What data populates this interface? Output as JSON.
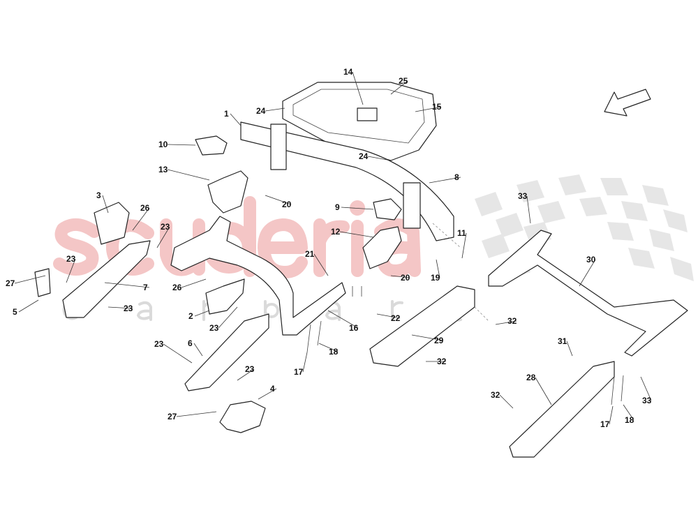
{
  "diagram": {
    "watermark": {
      "brand": "scuderia",
      "sub": "car parts",
      "color": "#f4c6c6"
    },
    "direction_arrow": "arrow-down-left-icon",
    "callouts": [
      "1",
      "10",
      "13",
      "3",
      "26",
      "23",
      "23",
      "7",
      "27",
      "5",
      "23",
      "26",
      "2",
      "23",
      "6",
      "23",
      "23",
      "4",
      "27",
      "14",
      "25",
      "15",
      "24",
      "24",
      "8",
      "20",
      "9",
      "12",
      "21",
      "20",
      "19",
      "11",
      "16",
      "22",
      "18",
      "17",
      "29",
      "32",
      "33",
      "30",
      "32",
      "31",
      "28",
      "32",
      "33",
      "17",
      "18"
    ]
  }
}
